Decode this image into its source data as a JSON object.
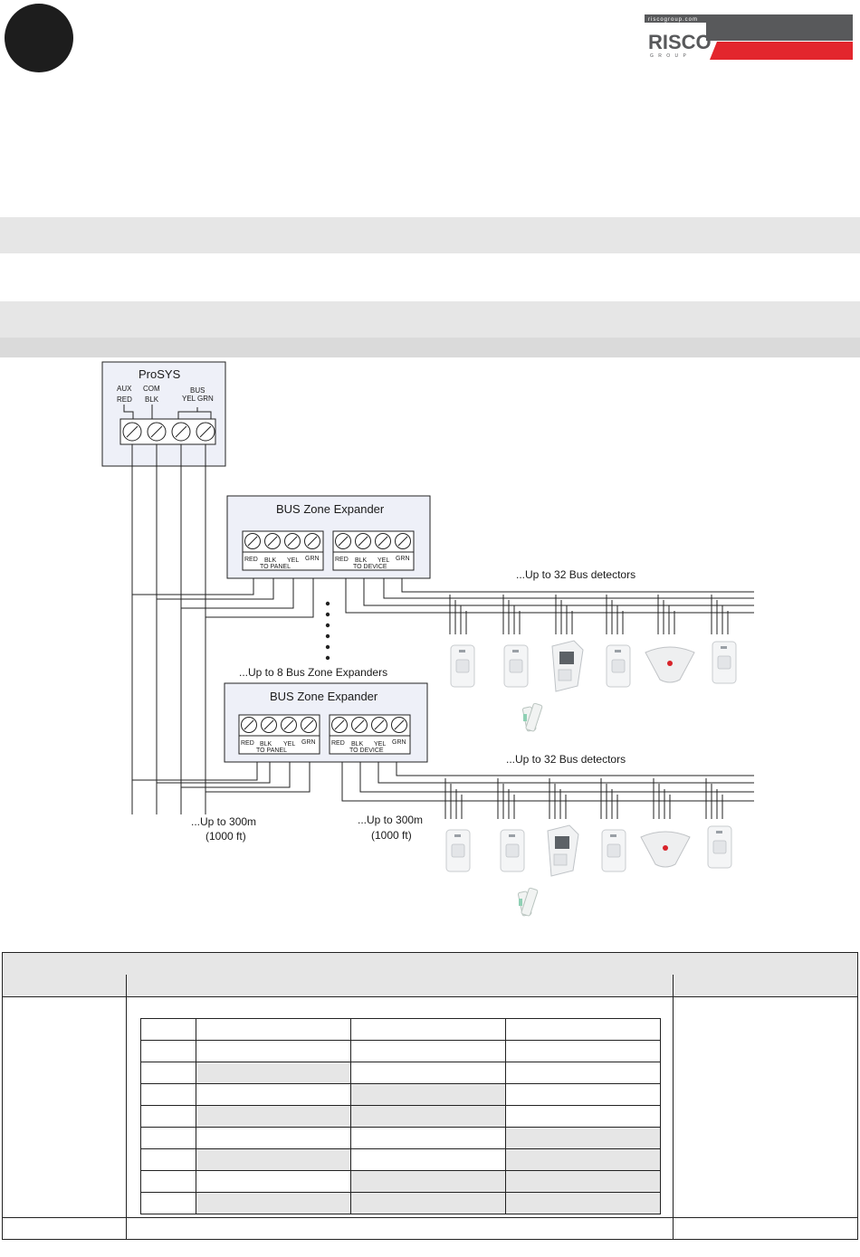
{
  "header": {
    "brand": "RISCO",
    "brand_sub": "G R O U P",
    "brand_url": "riscogroup.com",
    "brand_red": "#e3262d",
    "brand_gray": "#58595b"
  },
  "diagram": {
    "panel": {
      "title": "ProSYS",
      "aux_label": "AUX",
      "com_label": "COM",
      "bus_label": "BUS",
      "red_label": "RED",
      "blk_label": "BLK",
      "yelgrn_label": "YEL GRN"
    },
    "expander_title": "BUS Zone Expander",
    "terminal_labels": {
      "red": "RED",
      "blk": "BLK",
      "yel": "YEL",
      "grn": "GRN",
      "to_panel": "TO PANEL",
      "to_device": "TO DEVICE"
    },
    "up_to_8": "...Up to 8 Bus Zone Expanders",
    "up_to_32": "...Up to 32 Bus detectors",
    "distance_line1": "...Up to 300m",
    "distance_line2": "(1000 ft)",
    "detector_icon": "motion-detector-icon",
    "contact_icon": "door-contact-icon"
  },
  "spec_table": {
    "inner_rows": [
      [
        "none",
        "none",
        "none",
        "none"
      ],
      [
        "none",
        "none",
        "none",
        "none"
      ],
      [
        "none",
        "shaded",
        "none",
        "none"
      ],
      [
        "none",
        "none",
        "shaded",
        "none"
      ],
      [
        "none",
        "shaded",
        "shaded",
        "none"
      ],
      [
        "none",
        "none",
        "none",
        "shaded"
      ],
      [
        "none",
        "shaded",
        "none",
        "shaded"
      ],
      [
        "none",
        "none",
        "shaded",
        "shaded"
      ],
      [
        "none",
        "shaded",
        "shaded",
        "shaded"
      ]
    ]
  }
}
